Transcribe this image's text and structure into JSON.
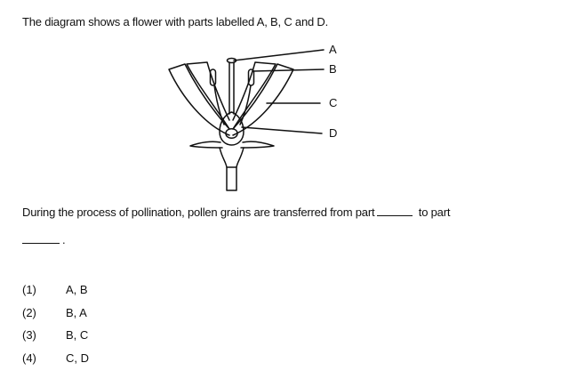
{
  "intro": "The diagram shows a flower with parts labelled A, B, C and D.",
  "diagram": {
    "labels": [
      "A",
      "B",
      "C",
      "D"
    ]
  },
  "question": {
    "part1": "During the process of pollination, pollen grains are transferred from part",
    "part2": "to part",
    "end": "."
  },
  "options": [
    {
      "num": "(1)",
      "text": "A, B"
    },
    {
      "num": "(2)",
      "text": "B, A"
    },
    {
      "num": "(3)",
      "text": "B, C"
    },
    {
      "num": "(4)",
      "text": "C, D"
    }
  ]
}
